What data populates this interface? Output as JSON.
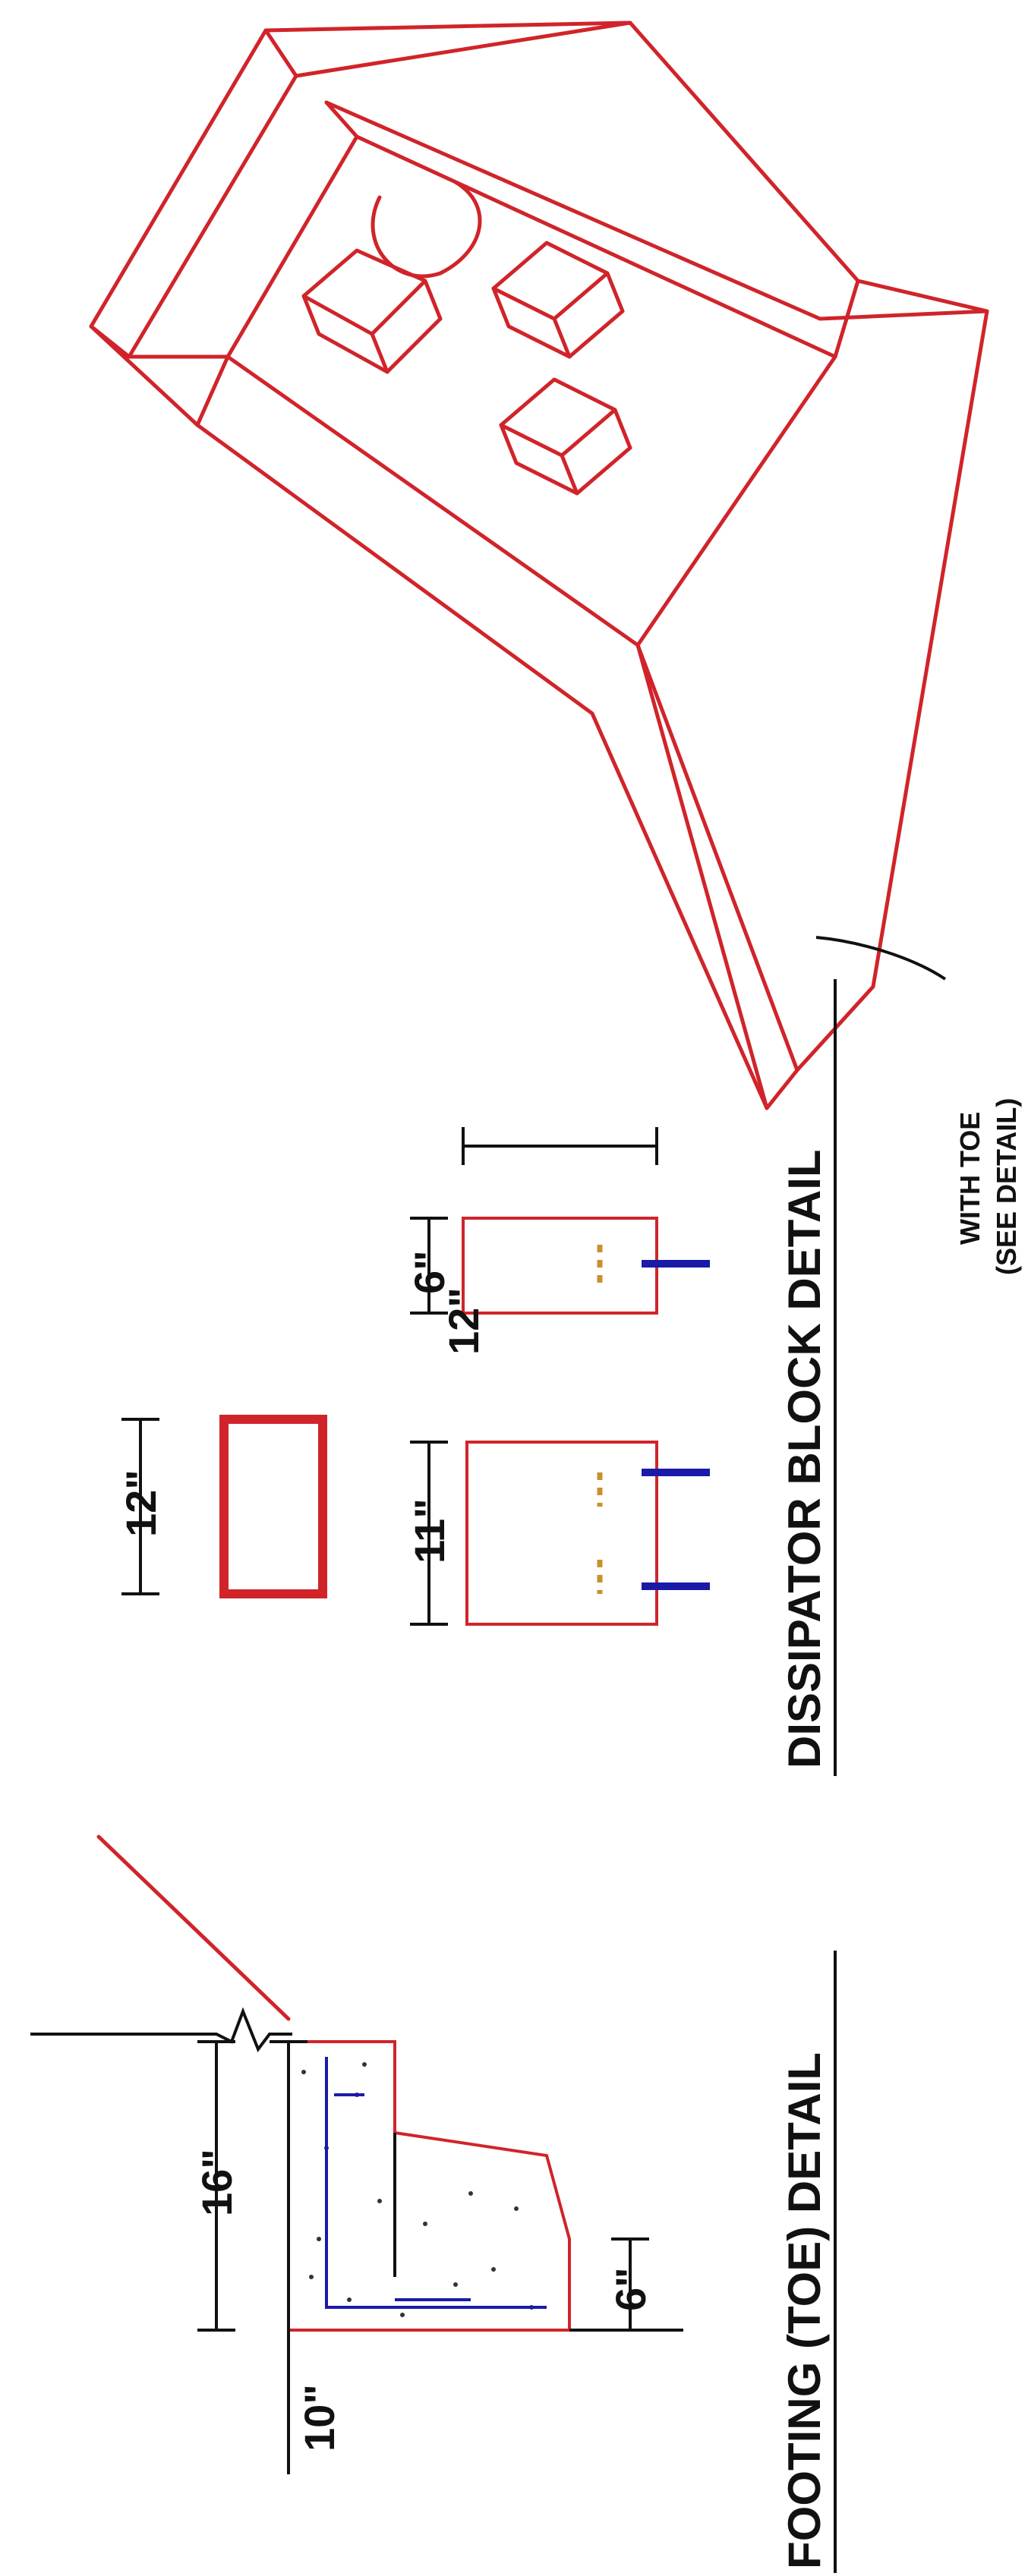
{
  "footing_detail": {
    "title": "FOOTING (TOE) DETAIL",
    "dim_total_height": "16\"",
    "dim_upper_height": "10\"",
    "dim_toe_width": "6\""
  },
  "dissipator_detail": {
    "title": "DISSIPATOR BLOCK DETAIL",
    "dim_plan_width": "12\"",
    "dim_front_width": "11\"",
    "dim_side_width": "6\"",
    "dim_side_height": "12\""
  },
  "isometric": {
    "note_line1": "WITH TOE",
    "note_line2": "(SEE DETAIL)"
  },
  "colors": {
    "concrete_outline": "#d0242a",
    "reinforcement": "#1a1aa8",
    "dowel": "#c8912e",
    "dimension": "#111111"
  }
}
